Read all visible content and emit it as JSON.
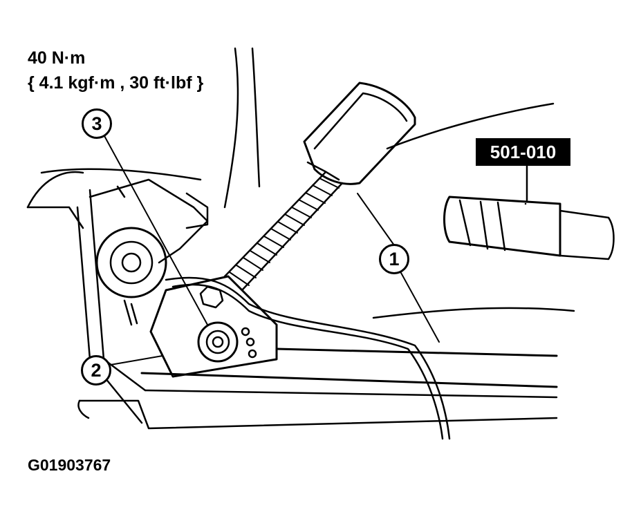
{
  "torque": {
    "value": "40 N·m",
    "conversion": "{ 4.1 kgf·m , 30 ft·lbf }"
  },
  "tool": {
    "number": "501-010"
  },
  "callouts": [
    "1",
    "2",
    "3"
  ],
  "figure_id": "G01903767"
}
